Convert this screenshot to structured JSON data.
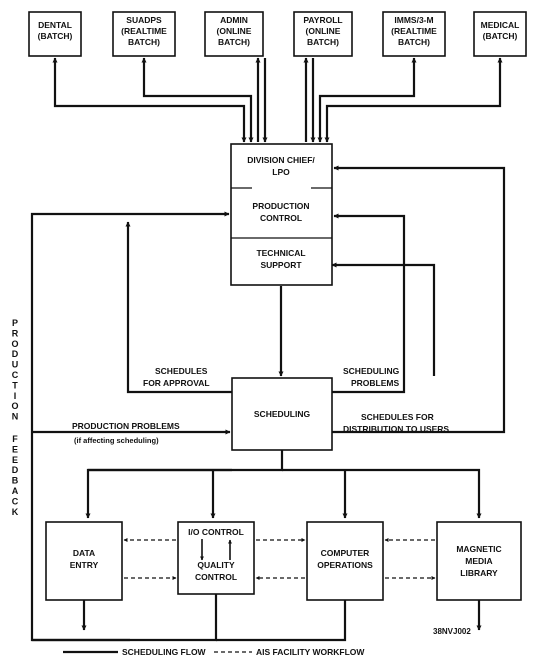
{
  "sources": [
    {
      "line1": "DENTAL",
      "line2": "(BATCH)"
    },
    {
      "line1": "SUADPS",
      "line2": "(REALTIME",
      "line3": "BATCH)"
    },
    {
      "line1": "ADMIN",
      "line2": "(ONLINE",
      "line3": "BATCH)"
    },
    {
      "line1": "PAYROLL",
      "line2": "(ONLINE",
      "line3": "BATCH)"
    },
    {
      "line1": "IMMS/3-M",
      "line2": "(REALTIME",
      "line3": "BATCH)"
    },
    {
      "line1": "MEDICAL",
      "line2": "(BATCH)"
    }
  ],
  "center": {
    "division_line1": "DIVISION CHIEF/",
    "division_line2": "LPO",
    "production_line1": "PRODUCTION",
    "production_line2": "CONTROL",
    "technical_line1": "TECHNICAL",
    "technical_line2": "SUPPORT"
  },
  "scheduling": "SCHEDULING",
  "labels": {
    "schedules_approval_1": "SCHEDULES",
    "schedules_approval_2": "FOR APPROVAL",
    "scheduling_problems_1": "SCHEDULING",
    "scheduling_problems_2": "PROBLEMS",
    "distribution_1": "SCHEDULES FOR",
    "distribution_2": "DISTRIBUTION TO USERS",
    "production_problems": "PRODUCTION PROBLEMS",
    "if_affecting": "(if affecting scheduling)",
    "feedback_word1": "PRODUCTION",
    "feedback_word2": "FEEDBACK"
  },
  "bottom": {
    "data_entry_1": "DATA",
    "data_entry_2": "ENTRY",
    "io_control": "I/O CONTROL",
    "quality_1": "QUALITY",
    "quality_2": "CONTROL",
    "computer_1": "COMPUTER",
    "computer_2": "OPERATIONS",
    "magnetic_1": "MAGNETIC",
    "magnetic_2": "MEDIA",
    "magnetic_3": "LIBRARY"
  },
  "legend": {
    "code": "38NVJ002",
    "scheduling_flow": "SCHEDULING FLOW",
    "workflow": "AIS FACILITY WORKFLOW"
  }
}
